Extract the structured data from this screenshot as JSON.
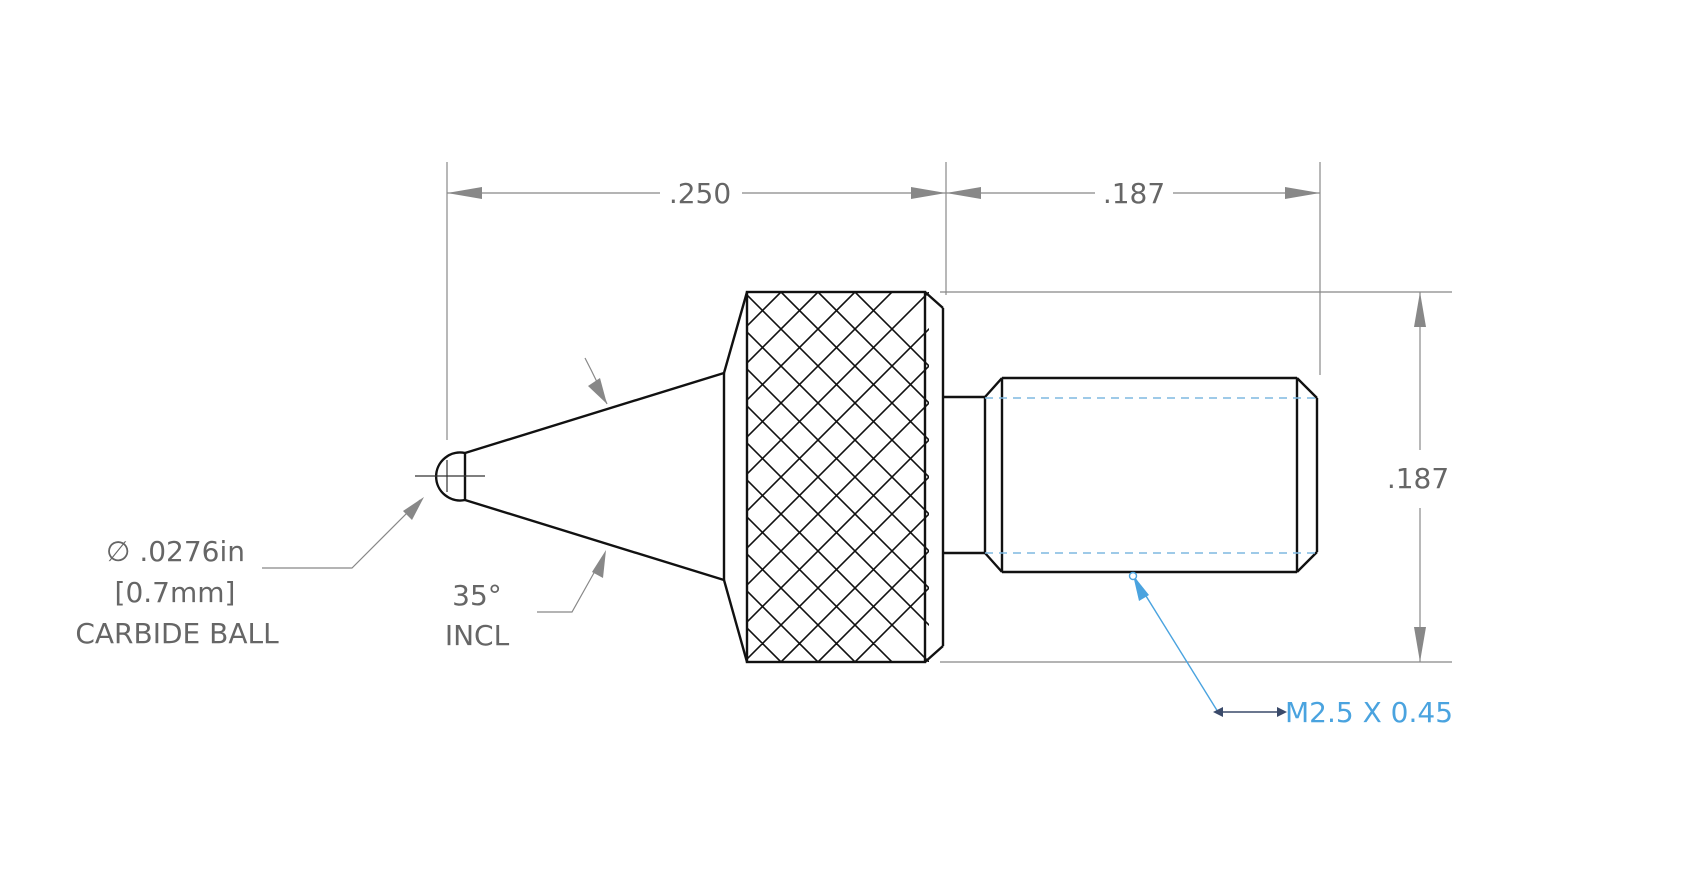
{
  "dimensions": {
    "tip_length": ".250",
    "thread_length": ".187",
    "body_diameter": ".187"
  },
  "ball_callout": {
    "diameter_symbol": "∅",
    "diameter_in": ".0276in",
    "diameter_mm": "[0.7mm]",
    "material": "CARBIDE BALL"
  },
  "angle_callout": {
    "angle": "35°",
    "qualifier": "INCL"
  },
  "thread_callout": {
    "spec": "M2.5 X 0.45"
  },
  "colors": {
    "outline": "#111111",
    "dimension": "#666666",
    "callout": "#4aa3df",
    "background": "#ffffff"
  }
}
